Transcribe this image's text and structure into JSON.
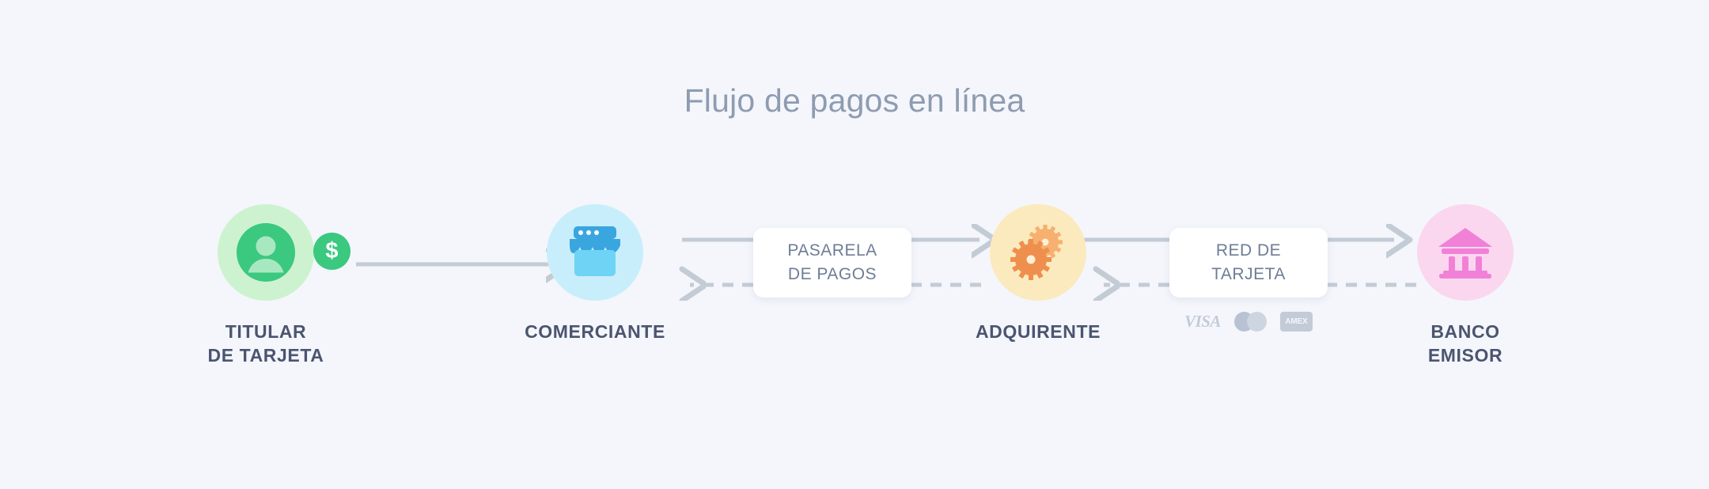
{
  "diagram": {
    "title": "Flujo de pagos en línea",
    "background_color": "#f4f6fb",
    "title_color": "#8e9cb0",
    "label_color": "#4b5570",
    "connector_color": "#c3cbd5"
  },
  "nodes": [
    {
      "id": "cardholder",
      "label": "TITULAR\nDE TARJETA",
      "icon": "person-icon",
      "bubble_color": "#cdf2cf",
      "icon_color": "#3bc87f",
      "badge": {
        "label": "$",
        "color": "#3bc87f"
      }
    },
    {
      "id": "merchant",
      "label": "COMERCIANTE",
      "icon": "storefront-icon",
      "bubble_color": "#c9eefb",
      "icon_color": "#56c5ef"
    },
    {
      "id": "acquirer",
      "label": "ADQUIRENTE",
      "icon": "gears-icon",
      "bubble_color": "#fbeabd",
      "icon_color": "#ef8f4e"
    },
    {
      "id": "issuer",
      "label": "BANCO\nEMISOR",
      "icon": "bank-icon",
      "bubble_color": "#fbd7ef",
      "icon_color": "#f081d7"
    }
  ],
  "cards": [
    {
      "id": "gateway",
      "label": "PASARELA\nDE PAGOS"
    },
    {
      "id": "card-network",
      "label": "RED DE\nTARJETA"
    }
  ],
  "card_brands": [
    {
      "id": "visa",
      "label": "VISA"
    },
    {
      "id": "mastercard",
      "label": ""
    },
    {
      "id": "amex",
      "label": "AMEX"
    }
  ]
}
